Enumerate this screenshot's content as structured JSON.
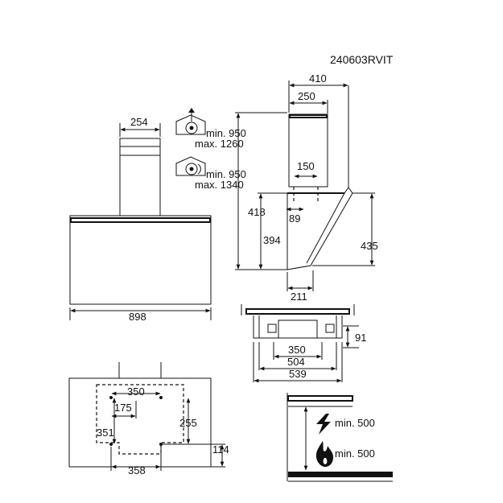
{
  "model_code": "240603RVIT",
  "front_view": {
    "chimney_width": "254",
    "hood_width": "898",
    "ducting_height": {
      "min_label": "min. 950",
      "max_label": "max. 1260"
    },
    "recirculation_height": {
      "min_label": "min. 950",
      "max_label": "max. 1340"
    }
  },
  "side_view": {
    "depth_total": "410",
    "chimney_depth": "250",
    "outlet_offset": "150",
    "outlet_inset": "89",
    "height_418": "418",
    "height_394": "394",
    "height_435": "435",
    "bottom_depth": "211"
  },
  "bottom_view": {
    "inner_width": "350",
    "mid_width": "504",
    "outer_width": "539",
    "depth": "91"
  },
  "mounting_view": {
    "top_holes": "350",
    "offset_175": "175",
    "height_255": "255",
    "height_351": "351",
    "offset_114": "114",
    "bottom_holes": "358"
  },
  "clearance_view": {
    "electric_label": "min. 500",
    "gas_label": "min. 500"
  },
  "icons": [
    "ducting-fan-icon",
    "recirculation-filter-icon",
    "electric-hob-icon",
    "gas-flame-icon"
  ]
}
